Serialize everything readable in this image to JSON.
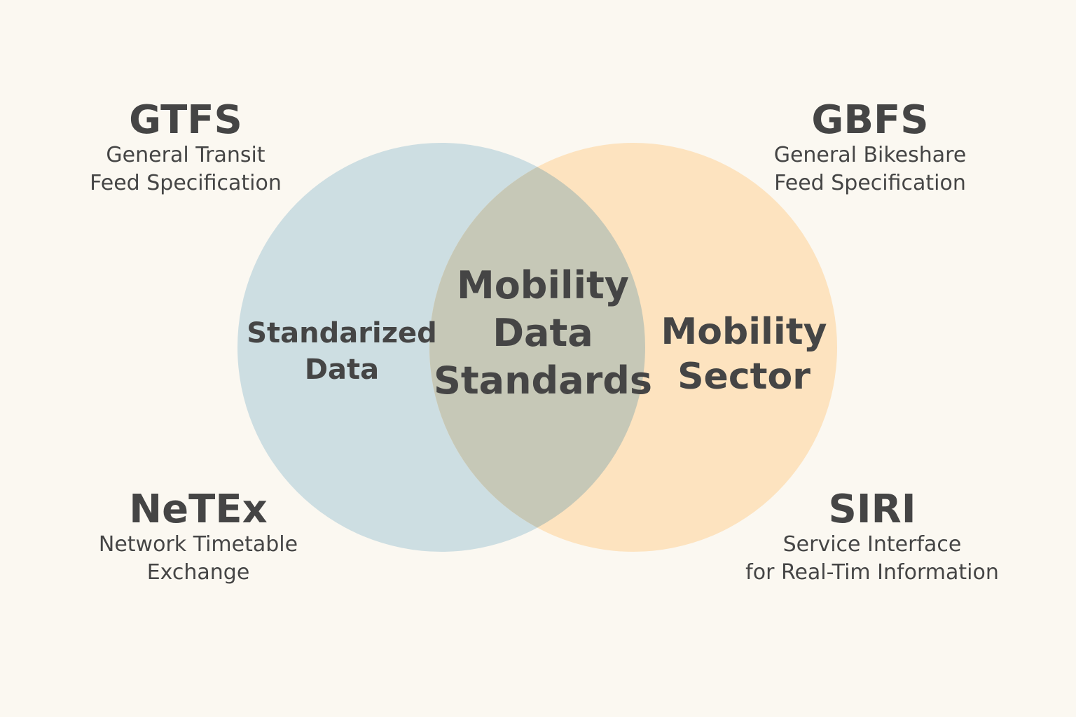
{
  "diagram": {
    "type": "venn",
    "background": "#fbf8f1",
    "circles": {
      "left": {
        "label_lines": [
          "Standarized",
          "Data"
        ],
        "color": "#cddee2"
      },
      "right": {
        "label_lines": [
          "Mobility",
          "Sector"
        ],
        "color": "#fde3bf"
      },
      "intersection": {
        "label_lines": [
          "Mobility",
          "Data",
          "Standards"
        ],
        "color": "#c6c8b7"
      }
    },
    "corners": {
      "top_left": {
        "title": "GTFS",
        "lines": [
          "General Transit",
          "Feed Specification"
        ]
      },
      "top_right": {
        "title": "GBFS",
        "lines": [
          "General Bikeshare",
          "Feed Specification"
        ]
      },
      "bottom_left": {
        "title": "NeTEx",
        "lines": [
          "Network Timetable",
          "Exchange"
        ]
      },
      "bottom_right": {
        "title": "SIRI",
        "lines": [
          "Service Interface",
          "for Real-Tim Information"
        ]
      }
    }
  }
}
